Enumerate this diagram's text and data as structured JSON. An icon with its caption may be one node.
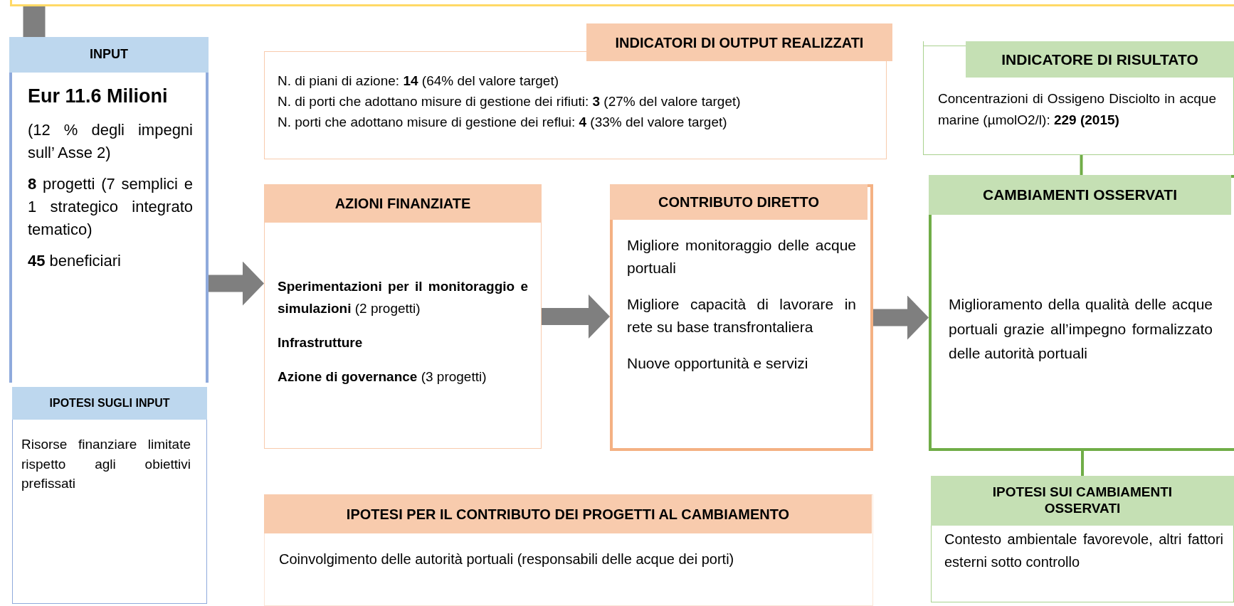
{
  "diagram": {
    "nodes": [
      {
        "text": [],
        "shape": "box"
      },
      {
        "text": [
          "INPUT",
          "Eur 11.6 Milioni",
          "(12 % degli impegni sull’ Asse 2)",
          "**8** progetti (7 semplici e 1 strategico integrato tematico)",
          "**45** beneficiari"
        ]
      },
      {
        "text": [
          "IPOTESI SUGLI INPUT",
          "Risorse finanziare limitate rispetto agli obiettivi prefissati"
        ]
      },
      {
        "text": [
          "INDICATORI DI OUTPUT REALIZZATI",
          "N. di piani di azione: **14** (64% del valore target)",
          "N. di porti che adottano misure di gestione dei rifiuti: **3** (27% del valore target)",
          "N. porti che adottano misure di gestione dei reflui: **4** (33% del valore target)"
        ]
      },
      {
        "text": [
          "AZIONI FINANZIATE",
          "**Sperimentazioni per il monitoraggio e simulazioni** (2 progetti)",
          "Infrastrutture",
          "**Azione di governance** (3 progetti)"
        ]
      },
      {
        "text": [
          "CONTRIBUTO DIRETTO",
          "Migliore monitoraggio delle acque portuali",
          "Migliore capacità di lavorare in rete su base transfrontaliera",
          "Nuove opportunità e servizi"
        ]
      },
      {
        "text": [
          "IPOTESI PER IL CONTRIBUTO DEI PROGETTI AL CAMBIAMENTO",
          "Coinvolgimento delle autorità portuali (responsabili delle acque dei porti)"
        ]
      },
      {
        "text": [
          "INDICATORE DI RISULTATO",
          "Concentrazioni di Ossigeno Disciolto in acque marine (µmolO2/l): **229 (2015)**"
        ]
      },
      {
        "text": [
          "CAMBIAMENTI OSSERVATI",
          "Miglioramento della qualità delle acque portuali grazie all’impegno formalizzato delle autorità portuali"
        ]
      },
      {
        "text": [
          "IPOTESI SUI CAMBIAMENTI OSSERVATI",
          "Contesto ambientale favorevole, altri fattori esterni sotto controllo"
        ]
      }
    ],
    "edges": [
      {
        "from": 0,
        "to": 1,
        "arrow": "none"
      },
      {
        "from": 1,
        "to": 4,
        "arrow": "to"
      },
      {
        "from": 4,
        "to": 5,
        "arrow": "to"
      },
      {
        "from": 5,
        "to": 8,
        "arrow": "to"
      },
      {
        "from": 7,
        "to": 8,
        "arrow": "none",
        "color": "#70ad47"
      },
      {
        "from": 8,
        "to": 9,
        "arrow": "none",
        "color": "#70ad47"
      }
    ]
  }
}
